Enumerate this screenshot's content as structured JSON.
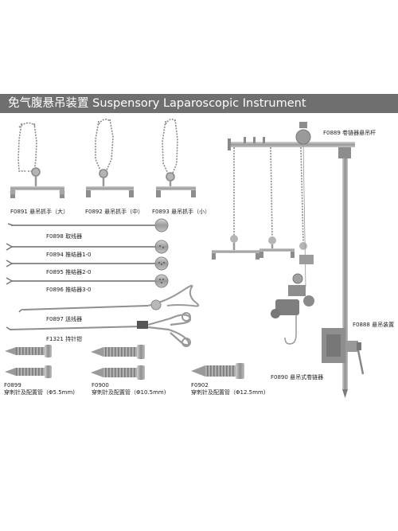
{
  "banner": {
    "title": "免气腹悬吊装置 Suspensory Laparoscopic Instrument",
    "background": "#6f6f6f",
    "text_color": "#ffffff"
  },
  "items": {
    "f0891": "F0891 悬吊抓手（大）",
    "f0892": "F0892 悬吊抓手（中）",
    "f0893": "F0893 悬吊抓手（小）",
    "f0898": "F0898 取线器",
    "f0894": "F0894 推结器1-0",
    "f0895": "F0895 推结器2-0",
    "f0896": "F0896 推结器3-0",
    "f0897": "F0897 送线器",
    "f1321": "F1321 持针钳",
    "f0899_code": "F0899",
    "f0899_desc": "穿刺针及配置管（Φ5.5mm)",
    "f0900_code": "F0900",
    "f0900_desc": "穿刺针及配置管（Φ10.5mm)",
    "f0902_code": "F0902",
    "f0902_desc": "穿刺针及配置管（Φ12.5mm)",
    "f0889": "F0889 卷链器悬吊杆",
    "f0888": "F0888 悬吊装置",
    "f0890": "F0890 悬吊式卷链器"
  },
  "colors": {
    "metal": "#a8a8a8",
    "metal_dark": "#6e6e6e",
    "label": "#222222"
  }
}
